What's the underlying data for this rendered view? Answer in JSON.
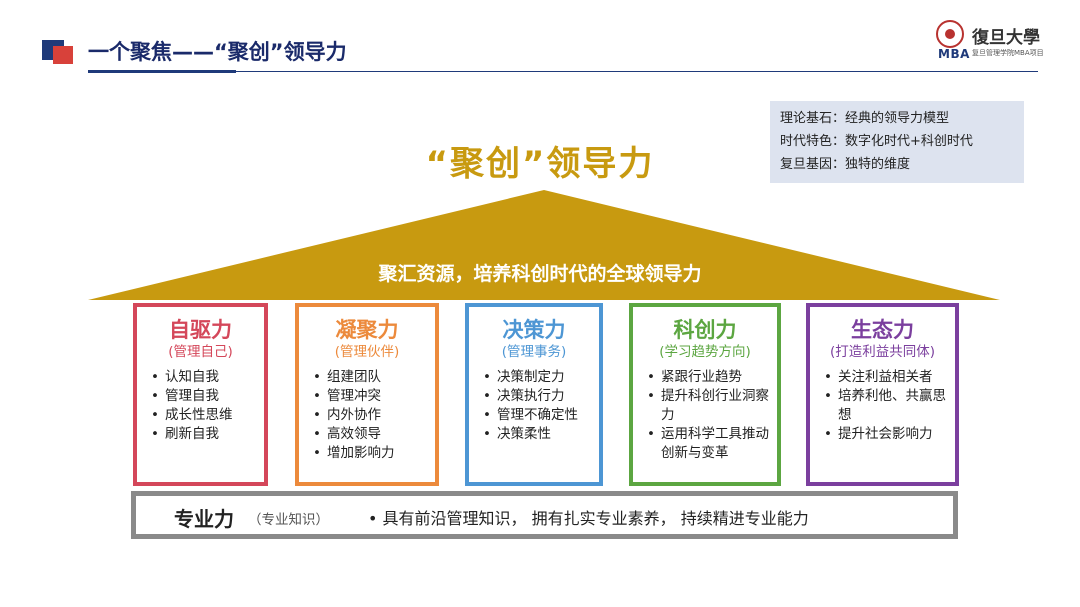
{
  "header": {
    "title": "一个聚焦——“聚创”领导力"
  },
  "logo": {
    "brush_text": "復旦大學",
    "mba": "MBA",
    "subtitle": "复旦管理学院MBA项目"
  },
  "info_box": {
    "lines": [
      "理论基石：经典的领导力模型",
      "时代特色：数字化时代+科创时代",
      "复旦基因：独特的维度"
    ]
  },
  "roof": {
    "title": "“聚创”领导力",
    "slogan": "聚汇资源，培养科创时代的全球领导力",
    "color": "#c89a10"
  },
  "pillars": [
    {
      "title": "自驱力",
      "subtitle": "(管理自己)",
      "color": "#d4475a",
      "items": [
        "认知自我",
        "管理自我",
        "成长性思维",
        "刷新自我"
      ]
    },
    {
      "title": "凝聚力",
      "subtitle": "(管理伙伴)",
      "color": "#ec8a3c",
      "items": [
        "组建团队",
        "管理冲突",
        "内外协作",
        "高效领导",
        "增加影响力"
      ]
    },
    {
      "title": "决策力",
      "subtitle": "(管理事务)",
      "color": "#4d96d4",
      "items": [
        "决策制定力",
        "决策执行力",
        "管理不确定性",
        "决策柔性"
      ]
    },
    {
      "title": "科创力",
      "subtitle": "(学习趋势方向)",
      "color": "#5ca641",
      "items": [
        "紧跟行业趋势",
        "提升科创行业洞察力",
        "运用科学工具推动创新与变革"
      ]
    },
    {
      "title": "生态力",
      "subtitle": "(打造利益共同体)",
      "color": "#7b3f9e",
      "items": [
        "关注利益相关者",
        "培养利他、共赢思想",
        "提升社会影响力"
      ]
    }
  ],
  "base": {
    "title": "专业力",
    "subtitle": "（专业知识）",
    "description": "• 具有前沿管理知识，  拥有扎实专业素养，  持续精进专业能力",
    "color": "#8a8a8a"
  }
}
